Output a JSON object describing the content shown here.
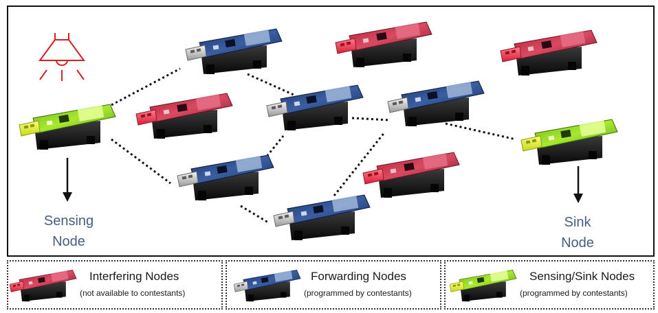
{
  "labels": {
    "sensing_line1": "Sensing",
    "sensing_line2": "Node",
    "sink_line1": "Sink",
    "sink_line2": "Node"
  },
  "legend": [
    {
      "key": "interfering",
      "title": "Interfering Nodes",
      "subtitle": "(not available to contestants)"
    },
    {
      "key": "forwarding",
      "title": "Forwarding Nodes",
      "subtitle": "(programmed by contestants)"
    },
    {
      "key": "sensing_sink",
      "title": "Sensing/Sink Nodes",
      "subtitle": "(programmed by contestants)"
    }
  ],
  "colors": {
    "interfering": "#c8324a",
    "forwarding": "#2c4a86",
    "sensing_sink": "#8fd61e",
    "lamp": "#d42020",
    "label": "#475e7e",
    "link": "#111111"
  },
  "icons": {
    "lamp": "lamp-icon",
    "node": "sensor-node-icon"
  }
}
